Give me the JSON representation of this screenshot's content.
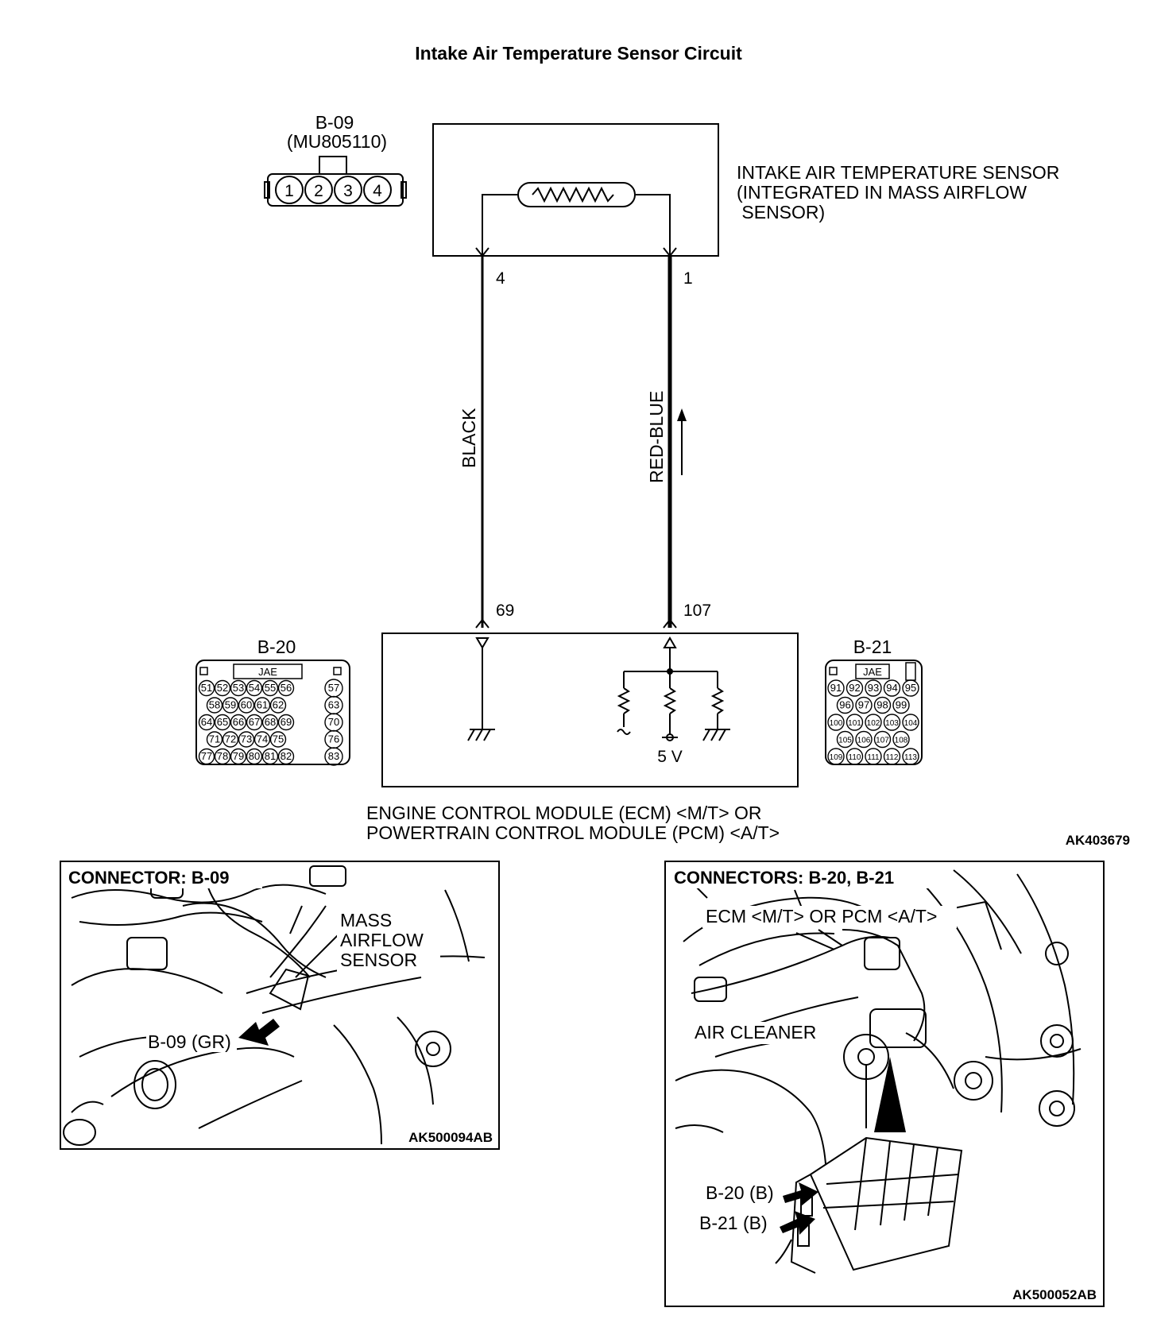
{
  "title": "Intake Air Temperature Sensor Circuit",
  "sensor_connector": {
    "id": "B-09",
    "part_number": "(MU805110)",
    "pins": [
      "1",
      "2",
      "3",
      "4"
    ]
  },
  "sensor": {
    "label_lines": [
      "INTAKE AIR TEMPERATURE SENSOR",
      "(INTEGRATED IN MASS AIRFLOW",
      " SENSOR)"
    ],
    "pin_left": "4",
    "pin_right": "1"
  },
  "wires": {
    "left_color": "BLACK",
    "right_color": "RED-BLUE"
  },
  "module": {
    "pin_left": "69",
    "pin_right": "107",
    "voltage": "5 V",
    "label_lines": [
      "ENGINE CONTROL MODULE (ECM) <M/T> OR",
      "POWERTRAIN CONTROL MODULE (PCM) <A/T>"
    ]
  },
  "connector_b20": {
    "id": "B-20",
    "maker": "JAE",
    "rows": [
      [
        "51",
        "52",
        "53",
        "54",
        "55",
        "56",
        "57"
      ],
      [
        "58",
        "59",
        "60",
        "61",
        "62",
        "63"
      ],
      [
        "64",
        "65",
        "66",
        "67",
        "68",
        "69",
        "70"
      ],
      [
        "71",
        "72",
        "73",
        "74",
        "75",
        "76"
      ],
      [
        "77",
        "78",
        "79",
        "80",
        "81",
        "82",
        "83"
      ]
    ]
  },
  "connector_b21": {
    "id": "B-21",
    "maker": "JAE",
    "rows": [
      [
        "91",
        "92",
        "93",
        "94",
        "95"
      ],
      [
        "96",
        "97",
        "98",
        "99"
      ],
      [
        "100",
        "101",
        "102",
        "103",
        "104"
      ],
      [
        "105",
        "106",
        "107",
        "108"
      ],
      [
        "109",
        "110",
        "111",
        "112",
        "113"
      ]
    ]
  },
  "diagram_code": "AK403679",
  "photo_left": {
    "title": "CONNECTOR: B-09",
    "label_lines": [
      "MASS",
      "AIRFLOW",
      "SENSOR"
    ],
    "pointer": "B-09 (GR)",
    "code": "AK500094AB"
  },
  "photo_right": {
    "title": "CONNECTORS: B-20, B-21",
    "label_module": "ECM <M/T> OR PCM <A/T>",
    "label_cleaner": "AIR CLEANER",
    "pointer_1": "B-20 (B)",
    "pointer_2": "B-21 (B)",
    "code": "AK500052AB"
  }
}
